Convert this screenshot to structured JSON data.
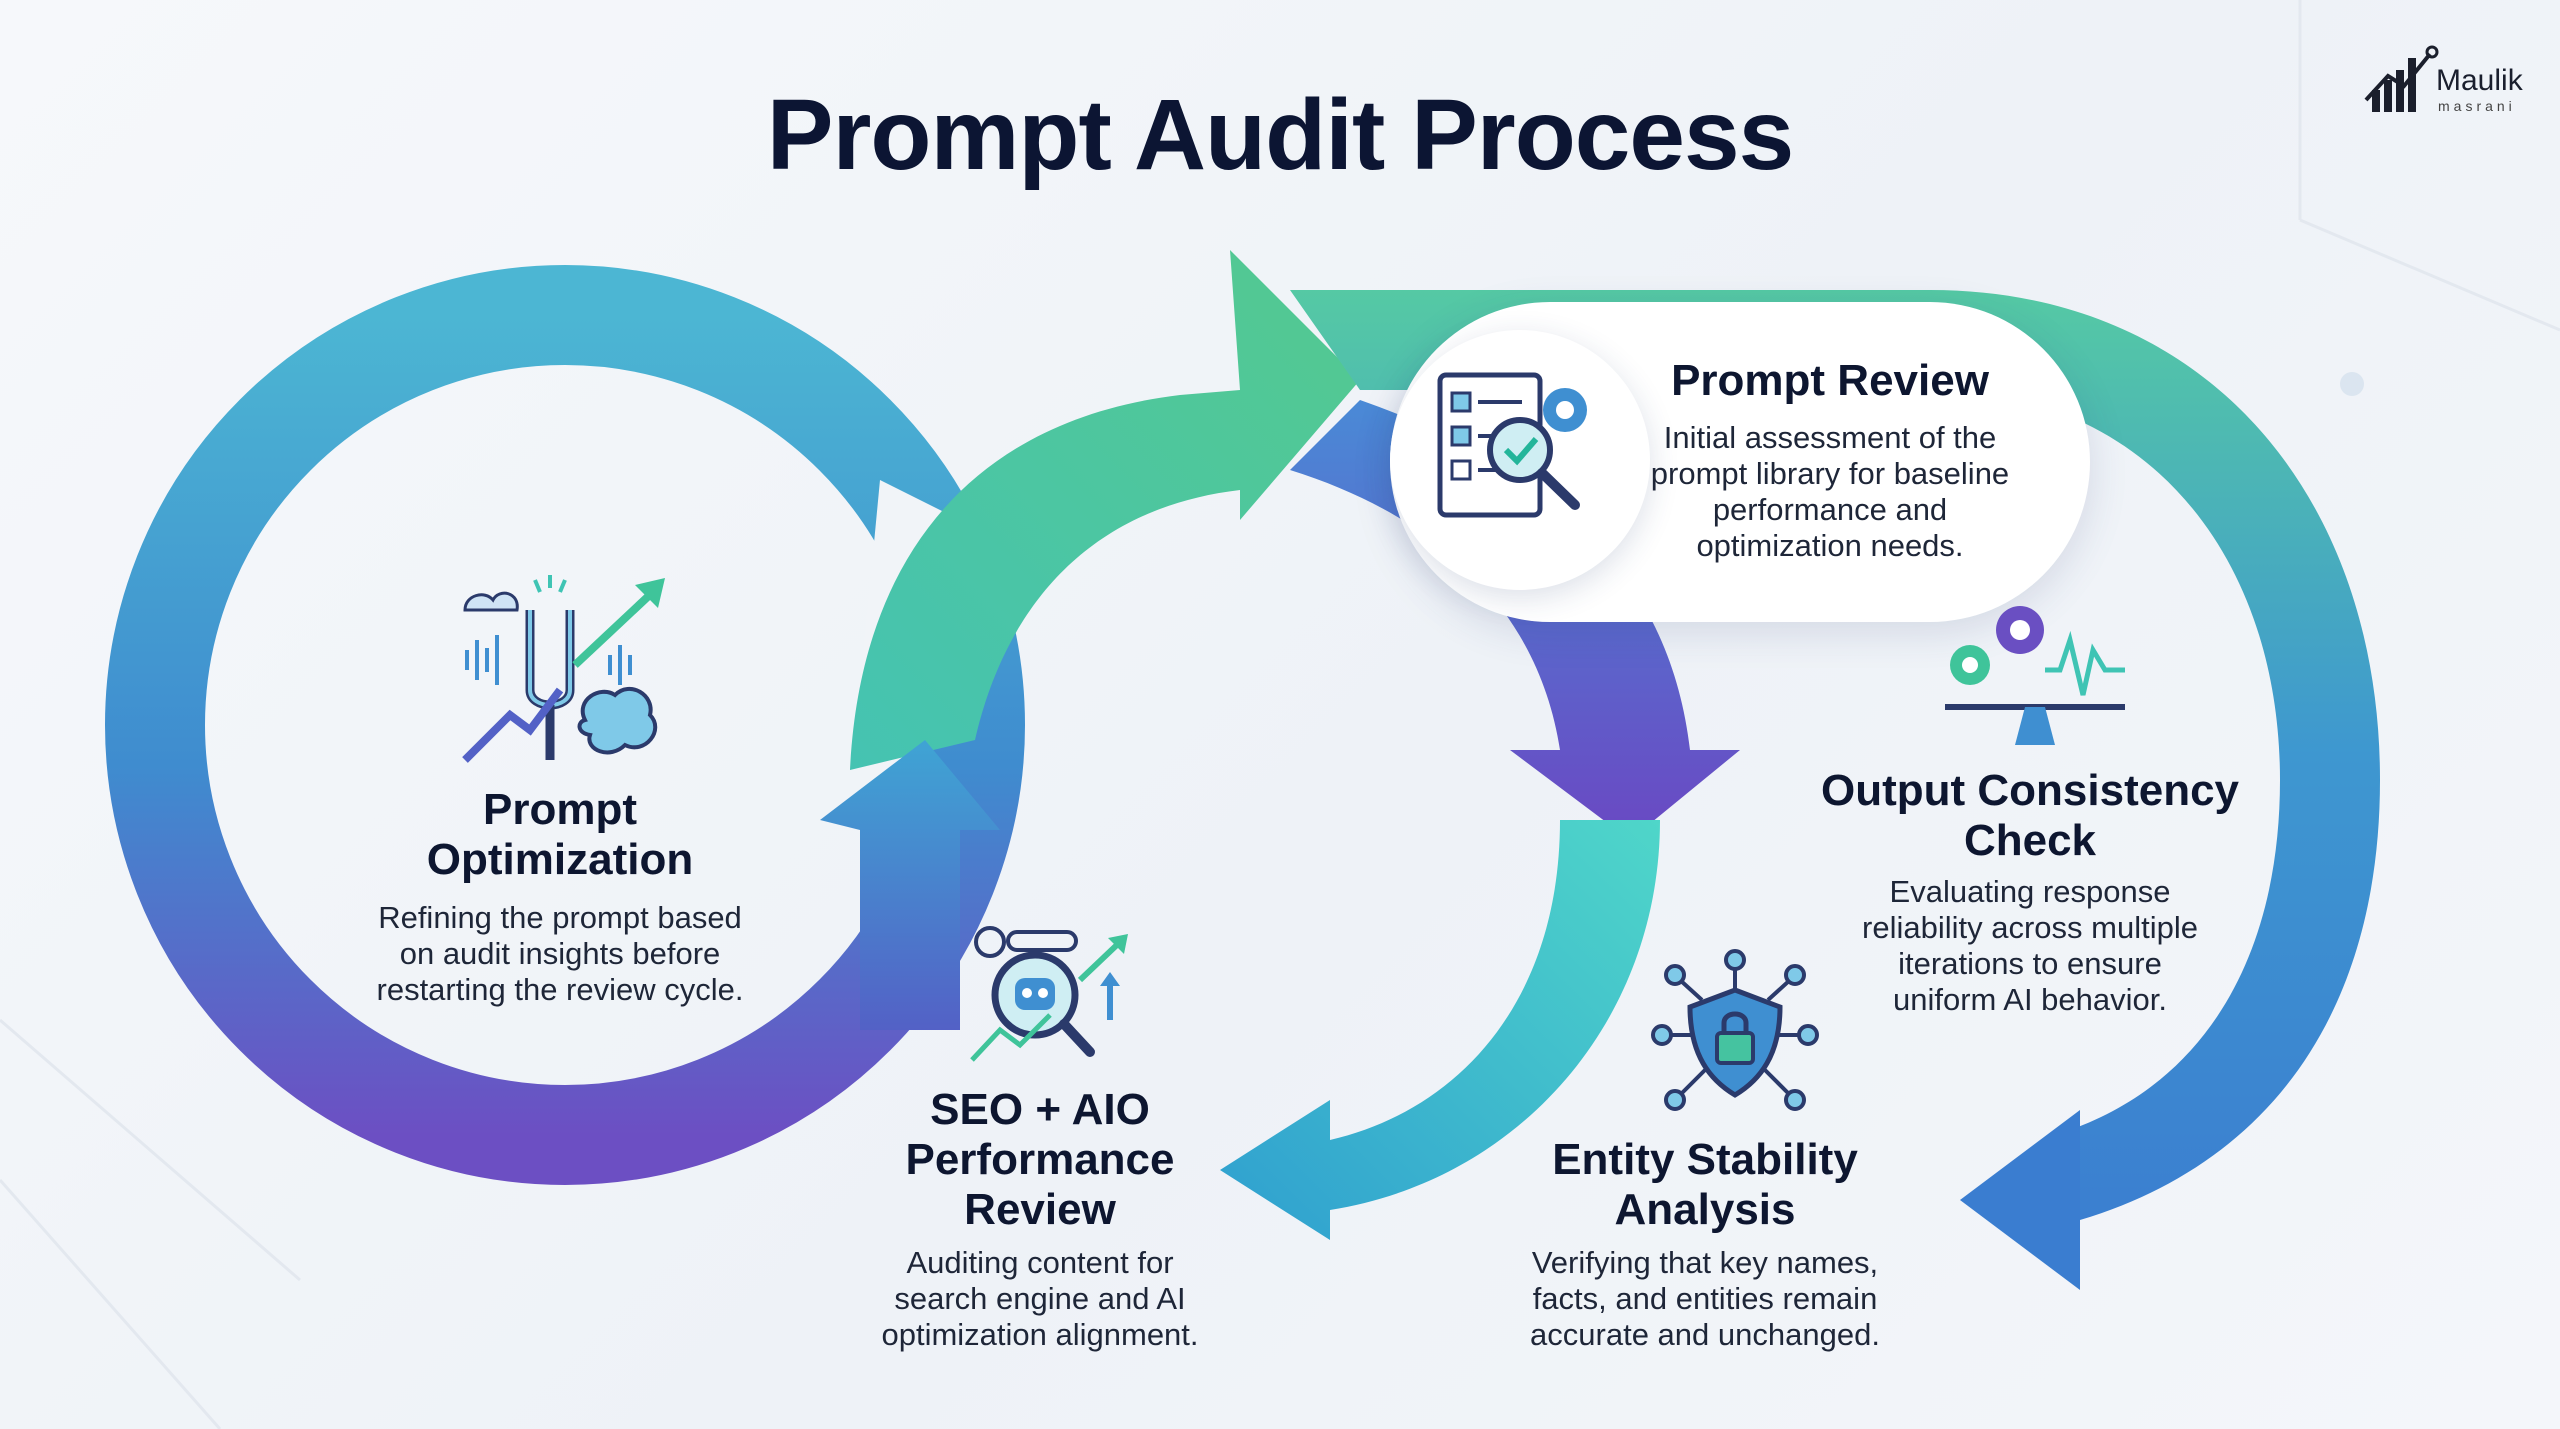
{
  "title": "Prompt Audit Process",
  "logo": {
    "name": "Maulik",
    "sub": "masrani"
  },
  "colors": {
    "teal": "#3fc4b4",
    "blue": "#3f8fd1",
    "purple": "#6a4fc2",
    "navy": "#0c1533"
  },
  "steps": {
    "prompt_review": {
      "title": "Prompt Review",
      "lines": [
        "Initial assessment of the",
        "prompt library for baseline",
        "performance and",
        "optimization needs."
      ],
      "icon": "checklist-magnifier-gear-icon"
    },
    "output_consistency": {
      "title_lines": [
        "Output Consistency",
        "Check"
      ],
      "lines": [
        "Evaluating response",
        "reliability across multiple",
        "iterations to ensure",
        "uniform AI behavior."
      ],
      "icon": "gears-balance-waveform-icon"
    },
    "entity_stability": {
      "title_lines": [
        "Entity Stability",
        "Analysis"
      ],
      "lines": [
        "Verifying that key names,",
        "facts, and entities remain",
        "accurate and unchanged."
      ],
      "icon": "shield-lock-network-icon"
    },
    "seo_aio": {
      "title_lines": [
        "SEO + AIO",
        "Performance",
        "Review"
      ],
      "lines": [
        "Auditing content for",
        "search engine and AI",
        "optimization alignment."
      ],
      "icon": "robot-magnifier-growth-icon"
    },
    "prompt_optimization": {
      "title_lines": [
        "Prompt",
        "Optimization"
      ],
      "lines": [
        "Refining the prompt based",
        "on audit insights before",
        "restarting the review cycle."
      ],
      "icon": "tuning-fork-brain-growth-icon"
    }
  }
}
